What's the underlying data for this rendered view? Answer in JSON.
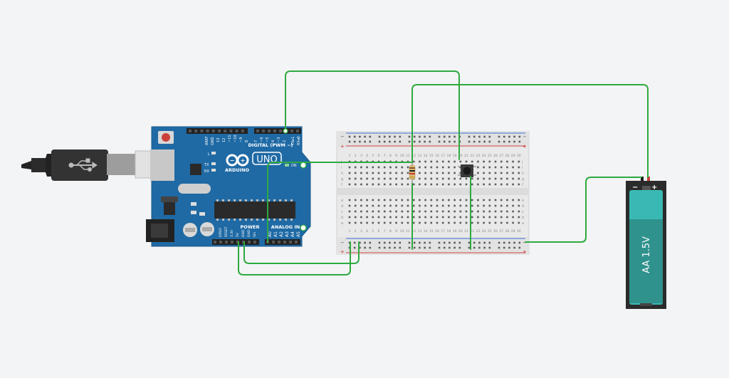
{
  "colors": {
    "background": "#f3f4f6",
    "wire_green": "#2eaa3f",
    "board_blue": "#1f6aa5",
    "breadboard": "#e9e9e9",
    "rail_red": "#d64545",
    "rail_blue": "#3a6fd8",
    "battery_teal": "#3ab9b4"
  },
  "arduino": {
    "brand": "ARDUINO",
    "model": "UNO",
    "digital_label": "DIGITAL (PWM ~)",
    "power_label": "POWER",
    "analog_label": "ANALOG IN",
    "on_label": "ON",
    "aref_label": "AREF",
    "gnd_label": "GND",
    "tx_label": "TX",
    "rx_label": "RX",
    "l_label": "L",
    "txd_label": "TX▸1",
    "rxd_label": "RX◂0",
    "digital_pins": [
      "13",
      "12",
      "~11",
      "~10",
      "~9",
      "8",
      "7",
      "~6",
      "~5",
      "4",
      "~3",
      "2"
    ],
    "power_pins": [
      "IOREF",
      "RESET",
      "3.3V",
      "5V",
      "GND",
      "GND",
      "Vin"
    ],
    "analog_pins": [
      "A0",
      "A1",
      "A2",
      "A3",
      "A4",
      "A5"
    ],
    "usb_icon": "usb-icon",
    "logo_icon": "infinity-logo-icon"
  },
  "breadboard": {
    "column_numbers": [
      "1",
      "2",
      "3",
      "4",
      "5",
      "6",
      "7",
      "8",
      "9",
      "10",
      "11",
      "12",
      "13",
      "14",
      "15",
      "16",
      "17",
      "18",
      "19",
      "20",
      "21",
      "22",
      "23",
      "24",
      "25",
      "26",
      "27",
      "28",
      "29",
      "30"
    ],
    "row_letters_top": [
      "j",
      "i",
      "h",
      "g",
      "f"
    ],
    "row_letters_bottom": [
      "e",
      "d",
      "c",
      "b",
      "a"
    ],
    "rail_plus": "+",
    "rail_minus": "−"
  },
  "battery": {
    "label": "AA 1.5V",
    "plus_sign": "+",
    "minus_sign": "−"
  }
}
